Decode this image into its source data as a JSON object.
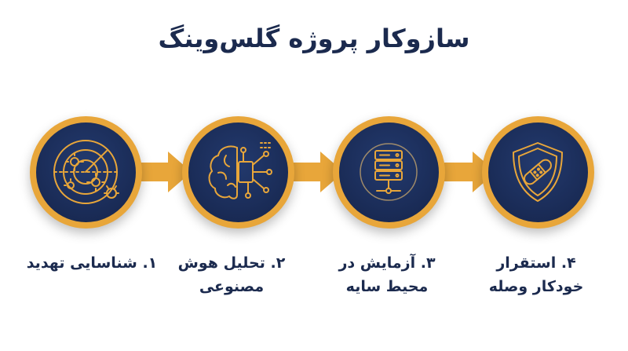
{
  "title": "سازوکار پروژه گلس‌وینگ",
  "colors": {
    "navy": "#1b2d59",
    "gold": "#e8a63a",
    "text": "#1b2a4e"
  },
  "steps": [
    {
      "label_line1": "۱. شناسایی تهدید",
      "label_line2": "",
      "icon": "radar-virus-icon"
    },
    {
      "label_line1": "۲. تحلیل هوش",
      "label_line2": "مصنوعی",
      "icon": "ai-brain-icon"
    },
    {
      "label_line1": "۳. آزمایش در",
      "label_line2": "محیط سایه",
      "icon": "server-icon"
    },
    {
      "label_line1": "۴. استقرار",
      "label_line2": "خودکار وصله",
      "icon": "shield-patch-icon"
    }
  ]
}
